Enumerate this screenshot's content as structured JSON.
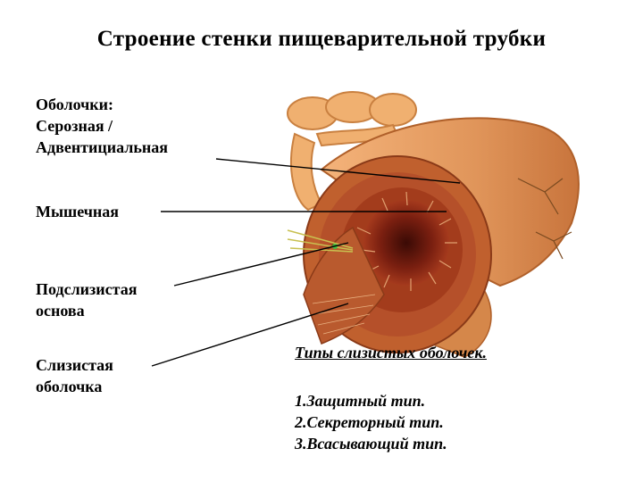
{
  "title": "Строение стенки пищеварительной трубки",
  "labels": {
    "serosa": [
      "Оболочки:",
      "Серозная /",
      "Адвентициальная"
    ],
    "muscular": "Мышечная",
    "submucosa": [
      "Подслизистая",
      "основа"
    ],
    "mucosa": [
      "Слизистая",
      "оболочка"
    ]
  },
  "mucosa_types": {
    "heading": "Типы слизистых оболочек.",
    "items": [
      "1.Защитный тип.",
      "2.Секреторный тип.",
      "3.Всасывающий тип."
    ]
  },
  "colors": {
    "outer_wall": "#e0955a",
    "muscle": "#b5502a",
    "mucosa": "#7a1f10",
    "mesentery": "#f0b070"
  }
}
